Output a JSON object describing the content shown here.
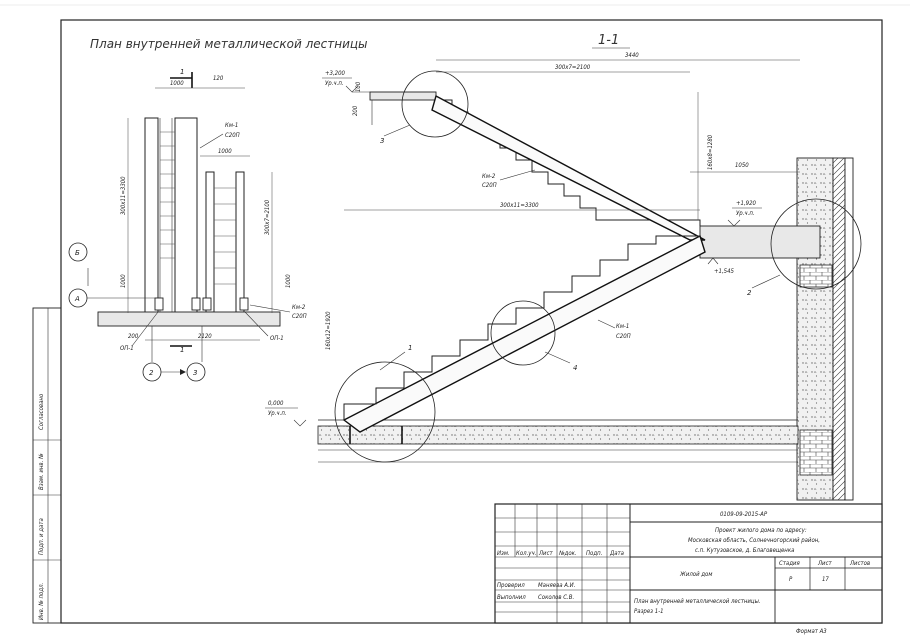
{
  "sheet": {
    "plan_title": "План внутренней металлической лестницы",
    "section_title": "1-1",
    "format_label": "Формат  А3",
    "side_labels": [
      "Согласовано",
      "Взам. инв. №",
      "Подп. и дата",
      "Инв. № подл."
    ]
  },
  "plan": {
    "cut_mark": "1",
    "dims": [
      "1000",
      "120",
      "1000",
      "300х11=3300",
      "300х7=2100",
      "1000",
      "1000",
      "200",
      "2120"
    ],
    "labels": [
      "Км-1",
      "С20П",
      "Км-2",
      "С20П",
      "ОП-1",
      "ОП-1",
      "1"
    ],
    "axes": [
      "Б",
      "А",
      "2",
      "3"
    ]
  },
  "section": {
    "levels": [
      {
        "value": "+3,200",
        "note": "Ур.ч.п."
      },
      {
        "value": "+1,920",
        "note": "Ур.ч.п."
      },
      {
        "value": "+1,545",
        "note": ""
      },
      {
        "value": "0,000",
        "note": "Ур.ч.п."
      }
    ],
    "dims": [
      "3440",
      "300х7=2100",
      "160х8=1280",
      "1050",
      "300х11=3300",
      "160х12=1920",
      "100",
      "200"
    ],
    "beams": [
      {
        "mark": "Км-2",
        "profile": "С20П"
      },
      {
        "mark": "Км-1",
        "profile": "С20П"
      }
    ],
    "callouts": [
      "1",
      "2",
      "3",
      "4"
    ]
  },
  "title_block": {
    "code": "0109-09-2015-АР",
    "project_lines": [
      "Проект жилого дома по адресу:",
      "Московская область, Солнечногорский район,",
      "с.п. Кутузовское, д. Благовещенка"
    ],
    "headers": [
      "Изм.",
      "Кол.уч.",
      "Лист",
      "№док.",
      "Подп.",
      "Дата"
    ],
    "rows": [
      {
        "role": "Проверил",
        "name": "Маняева А.И."
      },
      {
        "role": "Выполнил",
        "name": "Соколов С.В."
      }
    ],
    "building": "Жилой дом",
    "stage_headers": [
      "Стадия",
      "Лист",
      "Листов"
    ],
    "stage_values": [
      "Р",
      "17",
      ""
    ],
    "sheet_name": [
      "План внутренней металлической лестницы.",
      "Разрез 1-1"
    ]
  }
}
